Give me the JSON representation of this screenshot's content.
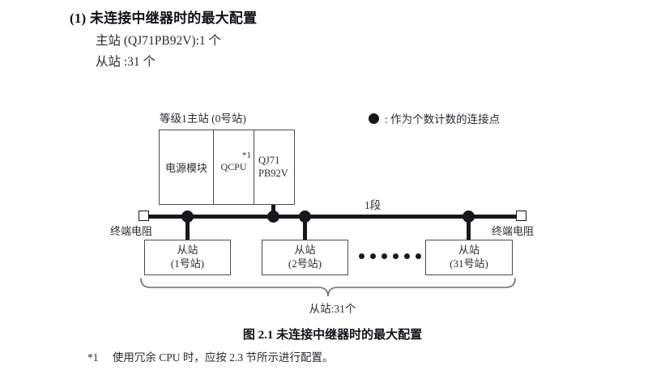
{
  "section": {
    "heading": "(1) 未连接中继器时的最大配置",
    "spec_master": "主站 (QJ71PB92V):1 个",
    "spec_slave": "从站 :31 个"
  },
  "legend": {
    "symbol": "filled-circle",
    "text": ": 作为个数计数的连接点"
  },
  "diagram": {
    "master_label": "等级1主站 (0号站)",
    "rack": {
      "power_module": "电源模块",
      "cpu_module": "QCPU",
      "cpu_footnote_mark": "*1",
      "network_module_line1": "QJ71",
      "network_module_line2": "PB92V"
    },
    "segment_label": "1段",
    "terminator_left": "终端电阻",
    "terminator_right": "终端电阻",
    "slaves": [
      {
        "line1": "从站",
        "line2": "(1号站)"
      },
      {
        "line1": "从站",
        "line2": "(2号站)"
      },
      {
        "line1": "从站",
        "line2": "(31号站)"
      }
    ],
    "ellipsis_dot_count": 6,
    "brace_caption": "从站:31个"
  },
  "caption": "图 2.1  未连接中继器时的最大配置",
  "footnote": {
    "mark": "*1",
    "text": "使用冗余 CPU 时，应按 2.3 节所示进行配置。"
  },
  "colors": {
    "ink": "#2b2b33",
    "line": "#17171c",
    "box_border": "#4a4a52"
  }
}
